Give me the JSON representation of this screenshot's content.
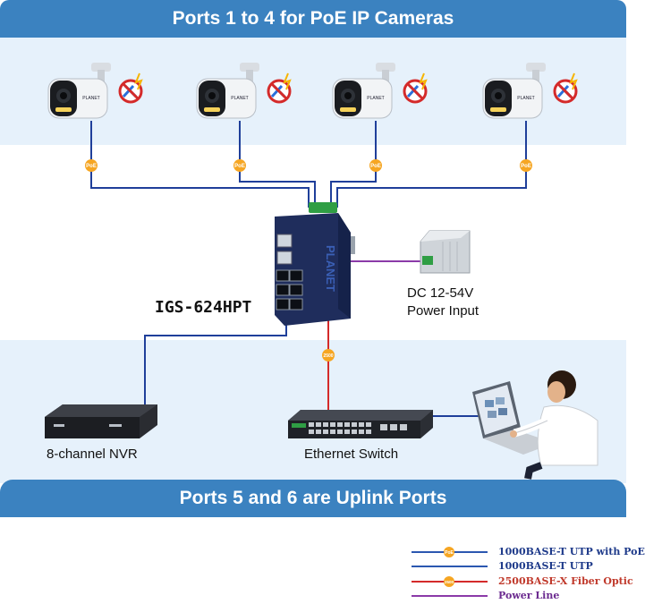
{
  "banners": {
    "top": "Ports 1 to 4 for PoE IP Cameras",
    "bottom": "Ports 5 and 6 are Uplink Ports"
  },
  "labels": {
    "model": "IGS-624HPT",
    "power": [
      "DC 12-54V",
      "Power Input"
    ],
    "nvr": "8-channel NVR",
    "switch": "Ethernet Switch",
    "poe_badge": "PoE",
    "sfp_badge": "2500",
    "camera_brand": "PLANET",
    "device_brand": "PLANET"
  },
  "legend": [
    {
      "text": "1000BASE-T UTP with PoE",
      "color": "#1e3a8a",
      "line": "#2b57b0",
      "badge": "PoE"
    },
    {
      "text": "1000BASE-T UTP",
      "color": "#1e3a8a",
      "line": "#2b57b0",
      "badge": ""
    },
    {
      "text": "2500BASE-X Fiber Optic",
      "color": "#c0392b",
      "line": "#d42a2a",
      "badge": "2500"
    },
    {
      "text": "Power Line",
      "color": "#6b2a8f",
      "line": "#8b3aa8",
      "badge": ""
    }
  ],
  "colors": {
    "utp": "#1f3f9a",
    "fiber": "#d42a2a",
    "power": "#8b3aa8",
    "banner": "#3b82c0",
    "band": "#e6f1fb",
    "badge": "#f6a623"
  }
}
